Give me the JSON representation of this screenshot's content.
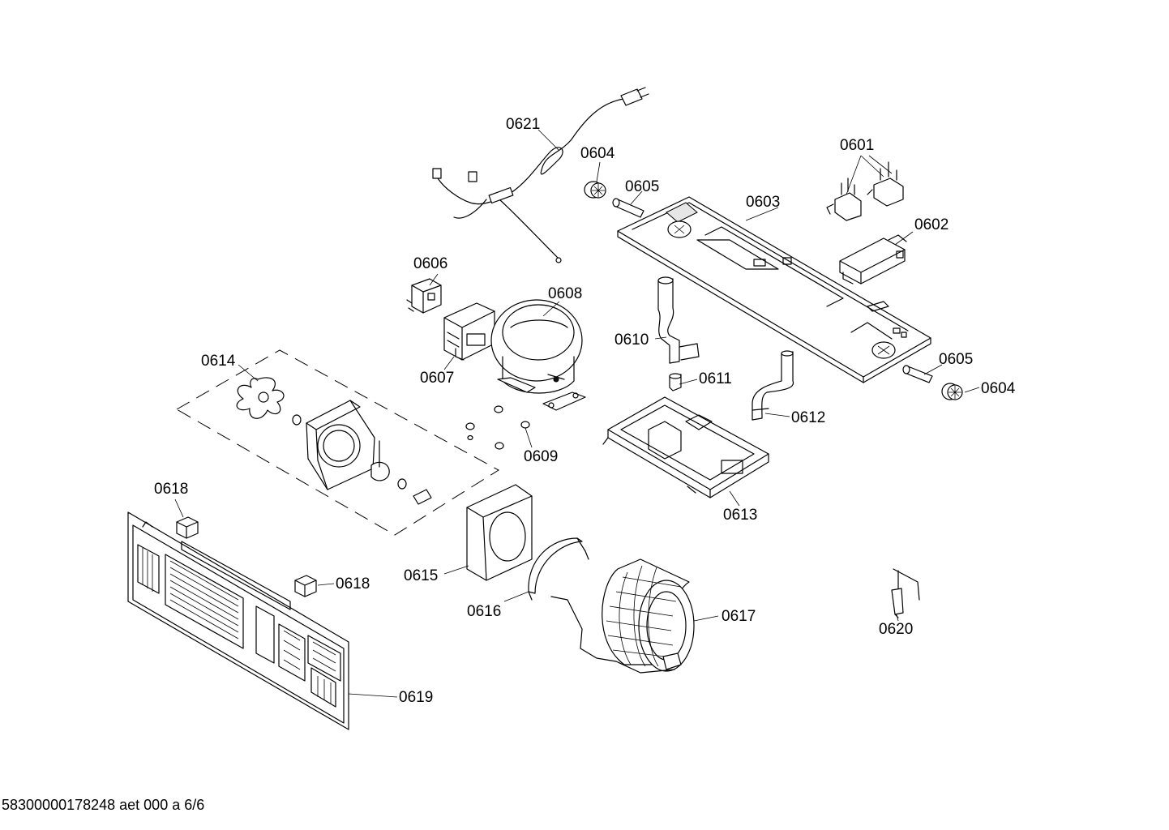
{
  "labels": {
    "p0601": "0601",
    "p0602": "0602",
    "p0603": "0603",
    "p0604": "0604",
    "p0605": "0605",
    "p0606": "0606",
    "p0607": "0607",
    "p0608": "0608",
    "p0609": "0609",
    "p0610": "0610",
    "p0611": "0611",
    "p0612": "0612",
    "p0613": "0613",
    "p0614": "0614",
    "p0615": "0615",
    "p0616": "0616",
    "p0617": "0617",
    "p0618": "0618",
    "p0619": "0619",
    "p0620": "0620",
    "p0621": "0621"
  },
  "footer": {
    "document_code": "58300000178248 aet 000 a 6/6"
  }
}
